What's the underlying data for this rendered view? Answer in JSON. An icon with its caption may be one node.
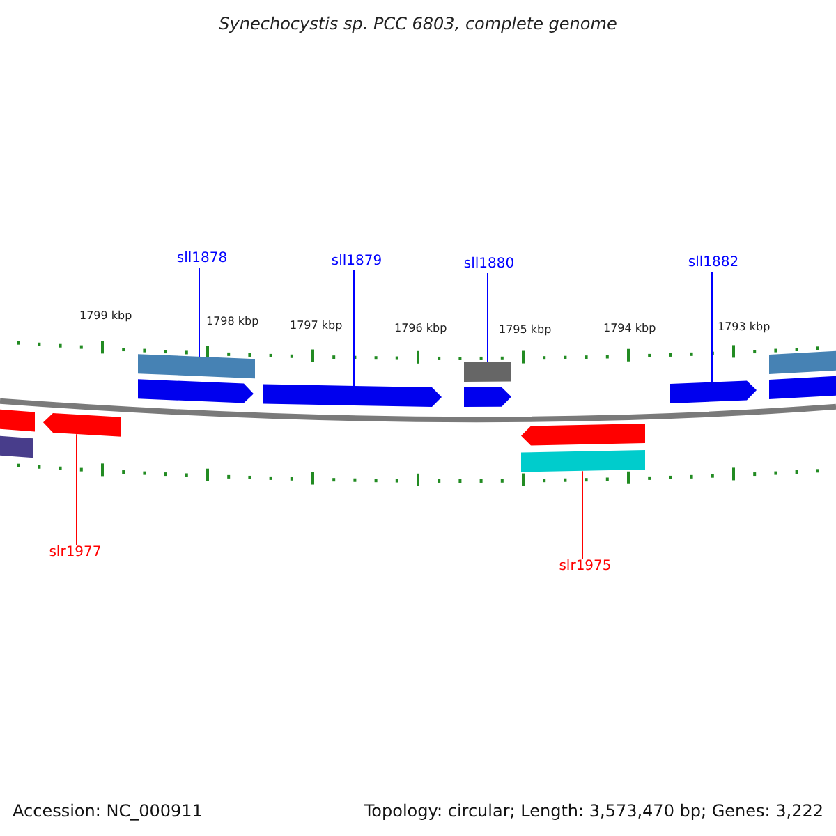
{
  "diagram": {
    "title": "Synechocystis sp. PCC 6803, complete genome",
    "nodes": [
      {
        "text": [
          "sll1878"
        ]
      },
      {
        "text": [
          "sll1879"
        ]
      },
      {
        "text": [
          "sll1880"
        ]
      },
      {
        "text": [
          "sll1882"
        ]
      },
      {
        "text": [],
        "shape": "bar"
      },
      {
        "text": [],
        "shape": "arrow"
      },
      {
        "text": [],
        "shape": "bar"
      },
      {
        "text": [],
        "shape": "arrow"
      },
      {
        "text": [],
        "shape": "arrow"
      },
      {
        "text": [],
        "shape": "bar"
      },
      {
        "text": [
          "slr1977"
        ]
      },
      {
        "text": [
          "slr1975"
        ]
      },
      {
        "text": [],
        "shape": "arrow"
      },
      {
        "text": [],
        "shape": "arrow"
      },
      {
        "text": [],
        "shape": "bar"
      },
      {
        "text": [],
        "shape": "bar"
      },
      {
        "text": [],
        "shape": "bar"
      },
      {
        "text": [],
        "shape": "bar"
      },
      {
        "text": [],
        "shape": "arrow"
      }
    ],
    "edges": [
      {
        "from": 0,
        "to": 4,
        "arrow": "none"
      },
      {
        "from": 1,
        "to": 5,
        "arrow": "none"
      },
      {
        "from": 2,
        "to": 6,
        "arrow": "none"
      },
      {
        "from": 3,
        "to": 7,
        "arrow": "none"
      },
      {
        "from": 10,
        "to": 8,
        "arrow": "none",
        "color": "#ff0000"
      },
      {
        "from": 11,
        "to": 9,
        "arrow": "none",
        "color": "#ff0000"
      }
    ],
    "labels": [
      "1799 kbp",
      "1798 kbp",
      "1797 kbp",
      "1796 kbp",
      "1795 kbp",
      "1794 kbp",
      "1793 kbp",
      "Accession: NC_000911",
      "Topology: circular; Length: 3,573,470 bp; Genes: 3,222"
    ]
  }
}
